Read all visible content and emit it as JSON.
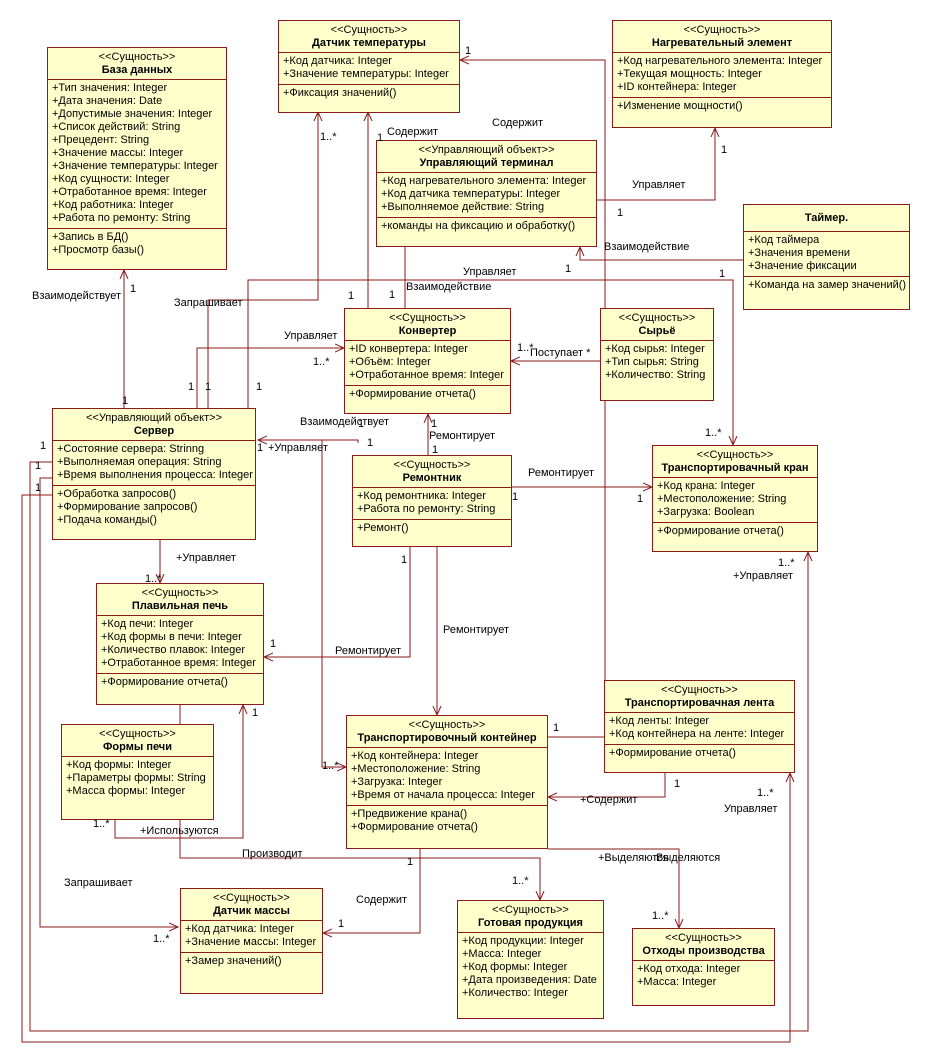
{
  "classes": {
    "db": {
      "stereo": "<<Сущность>>",
      "name": "База данных",
      "attrs": [
        "+Тип значения: Integer",
        "+Дата значения: Date",
        "+Допустимые значения: Integer",
        "+Список действий: String",
        "+Прецедент: String",
        "+Значение массы: Integer",
        "+Значение температуры: Integer",
        "+Код сущности: Integer",
        "+Отработанное время: Integer",
        "+Код работника: Integer",
        "+Работа по ремонту: String"
      ],
      "ops": [
        "+Запись в БД()",
        "+Просмотр базы()"
      ]
    },
    "temp": {
      "stereo": "<<Сущность>>",
      "name": "Датчик температуры",
      "attrs": [
        "+Код датчика: Integer",
        "+Значение температуры: Integer"
      ],
      "ops": [
        "+Фиксация значений()"
      ]
    },
    "heat": {
      "stereo": "<<Сущность>>",
      "name": "Нагревательный элемент",
      "attrs": [
        "+Код нагревательного элемента: Integer",
        "+Текущая мощность: Integer",
        "+ID контейнера: Integer"
      ],
      "ops": [
        "+Изменение мощности()"
      ]
    },
    "terminal": {
      "stereo": "<<Управляющий объект>>",
      "name": "Управляющий терминал",
      "attrs": [
        "+Код нагревательного элемента: Integer",
        "+Код датчика температуры: Integer",
        "+Выполняемое действие: String"
      ],
      "ops": [
        "+команды на фиксацию и обработку()"
      ]
    },
    "timer": {
      "stereo": "",
      "name": "Таймер.",
      "attrs": [
        "+Код таймера",
        "+Значения времени",
        "+Значение фиксации"
      ],
      "ops": [
        "+Команда на замер значений()"
      ]
    },
    "conv": {
      "stereo": "<<Сущность>>",
      "name": "Конвертер",
      "attrs": [
        "+ID конвертера: Integer",
        "+Объём: Integer",
        "+Отработанное время: Integer"
      ],
      "ops": [
        "+Формирование отчета()"
      ]
    },
    "raw": {
      "stereo": "<<Сущность>>",
      "name": "Сырьё",
      "attrs": [
        "+Код сырья: Integer",
        "+Тип сырья: String",
        "+Количество: String"
      ],
      "ops": []
    },
    "server": {
      "stereo": "<<Управляющий объект>>",
      "name": "Сервер",
      "attrs": [
        "+Состояние сервера: Strinng",
        "+Выполняемая операция: String",
        "+Время выполнения процесса: Integer"
      ],
      "ops": [
        "+Обработка запросов()",
        "+Формирование запросов()",
        "+Подача команды()"
      ]
    },
    "repair": {
      "stereo": "<<Сущность>>",
      "name": "Ремонтник",
      "attrs": [
        "+Код ремонтника: Integer",
        "+Работа по ремонту: String"
      ],
      "ops": [
        "+Ремонт()"
      ]
    },
    "crane": {
      "stereo": "<<Сущность>>",
      "name": "Транспортировачный кран",
      "attrs": [
        "+Код крана: Integer",
        "+Местоположение: String",
        "+Загрузка: Boolean"
      ],
      "ops": [
        "+Формирование отчета()"
      ]
    },
    "furnace": {
      "stereo": "<<Сущность>>",
      "name": "Плавильная  печь",
      "attrs": [
        "+Код печи: Integer",
        "+Код формы в печи: Integer",
        "+Количество плавок: Integer",
        "+Отработанное время: Integer"
      ],
      "ops": [
        "+Формирование отчета()"
      ]
    },
    "forms": {
      "stereo": "<<Сущность>>",
      "name": "Формы печи",
      "attrs": [
        "+Код формы: Integer",
        "+Параметры формы: String",
        "+Масса формы: Integer"
      ],
      "ops": []
    },
    "container": {
      "stereo": "<<Сущность>>",
      "name": "Транспортировочный контейнер",
      "attrs": [
        "+Код контейнера: Integer",
        "+Местоположение: String",
        "+Загрузка: Integer",
        "+Время от начала процесса: Integer"
      ],
      "ops": [
        "+Предвижение крана()",
        "+Формирование отчета()"
      ]
    },
    "belt": {
      "stereo": "<<Сущность>>",
      "name": "Транспортировачная лента",
      "attrs": [
        "+Код ленты: Integer",
        "+Код контейнера на ленте: Integer"
      ],
      "ops": [
        "+Формирование отчета()"
      ]
    },
    "mass": {
      "stereo": "<<Сущность>>",
      "name": "Датчик массы",
      "attrs": [
        "+Код датчика: Integer",
        "+Значение массы: Integer"
      ],
      "ops": [
        "+Замер значений()"
      ]
    },
    "product": {
      "stereo": "<<Сущность>>",
      "name": "Готовая продукция",
      "attrs": [
        "+Код продукции: Integer",
        "+Масса: Integer",
        "+Код формы: Integer",
        "+Дата произведения: Date",
        "+Количество: Integer"
      ],
      "ops": []
    },
    "waste": {
      "stereo": "<<Сущность>>",
      "name": "Отходы производства",
      "attrs": [
        "+Код отхода: Integer",
        "+Масса: Integer"
      ],
      "ops": []
    }
  },
  "labels": {
    "l1": "1",
    "l2": "1..*",
    "l3": "Содержит",
    "l4": "Содержит",
    "l5": "1",
    "l6": "1",
    "l7": "Управляет",
    "l8": "1",
    "l9": "Взаимодействие",
    "l10": "1",
    "l11": "Управляет",
    "l12": "1",
    "l13": "Взаимодействует",
    "l14": "1",
    "l15": "Запрашивает",
    "l16": "1",
    "l17": "1",
    "l18": "Взаимодействие",
    "l19": "Управляет",
    "l20": "1..*",
    "l21": "1..*",
    "l22": "Поступает *",
    "l23": "1",
    "l24": "1",
    "l25": "1",
    "l26": "1",
    "l27": "1",
    "l28": "Взаимодействует",
    "l29": "1",
    "l30": "+Управляет",
    "l31": "Ремонтирует",
    "l32": "1",
    "l33": "1",
    "l34": "Ремонтирует",
    "l35": "1..*",
    "l36": "1",
    "l37": "1",
    "l38": "1",
    "l39": "1",
    "l40": "+Управляет",
    "l41": "1..*",
    "l42": "1..*",
    "l43": "+Управляет",
    "l44": "1",
    "l45": "1",
    "l46": "Ремонтирует",
    "l47": "Ремонтирует",
    "l48": "1",
    "l49": "1",
    "l50": "1..*",
    "l51": "1..*",
    "l52": "+Используются",
    "l53": "1",
    "l54": "1",
    "l55": "+Содержит",
    "l56": "1..*",
    "l57": "Управляет",
    "l58": "Производит",
    "l59": "Запрашивает",
    "l60": "1",
    "l61": "+Выделяются",
    "l62": "Выделяются",
    "l63": "1..*",
    "l64": "Содержит",
    "l65": "1",
    "l66": "1..*",
    "l67": "1..*",
    "l68": "1"
  }
}
